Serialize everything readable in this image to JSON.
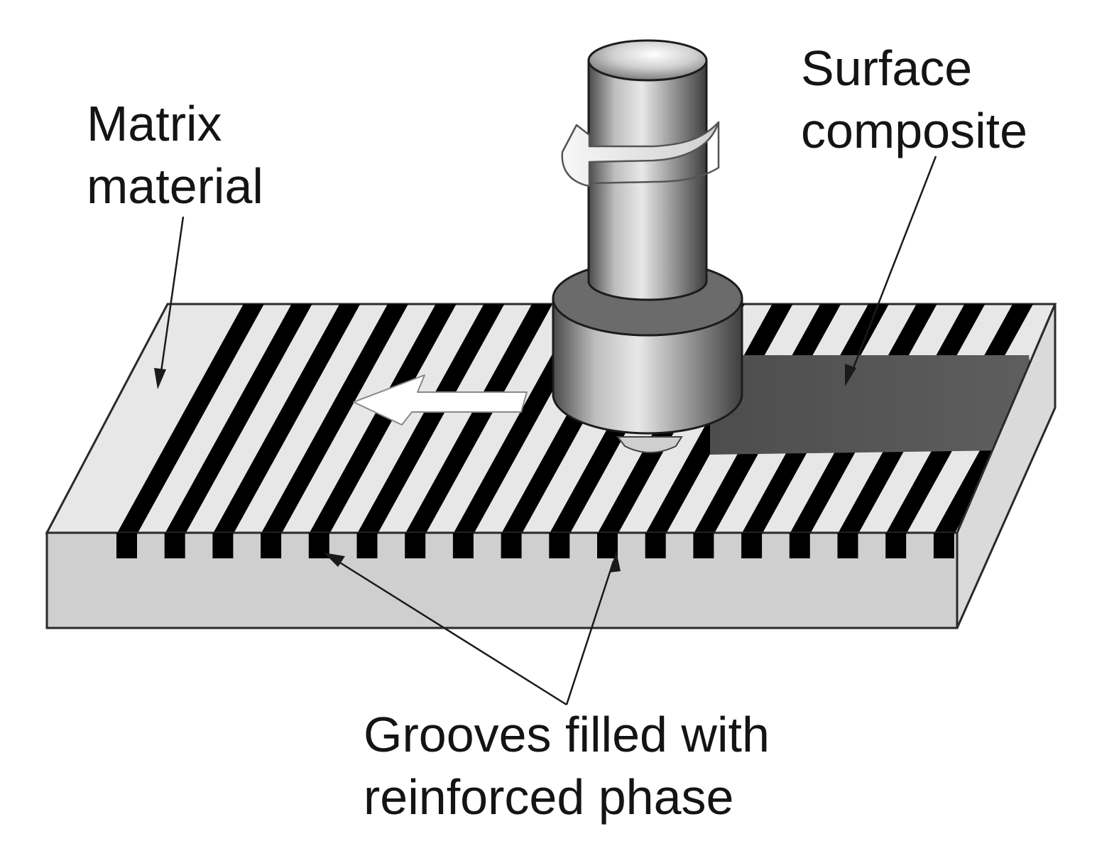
{
  "labels": {
    "matrix_line1": "Matrix",
    "matrix_line2": "material",
    "surface_line1": "Surface",
    "surface_line2": "composite",
    "grooves_line1": "Grooves filled with",
    "grooves_line2": "reinforced phase"
  },
  "colors": {
    "plate_top": "#e7e7e7",
    "plate_front": "#cfcfcf",
    "plate_side": "#dadada",
    "groove": "#000000",
    "composite_track": "#585858",
    "outline": "#2a2a2a",
    "text": "#141414"
  },
  "icons": [
    "rotation-arrow-icon",
    "traverse-direction-arrow-icon"
  ]
}
